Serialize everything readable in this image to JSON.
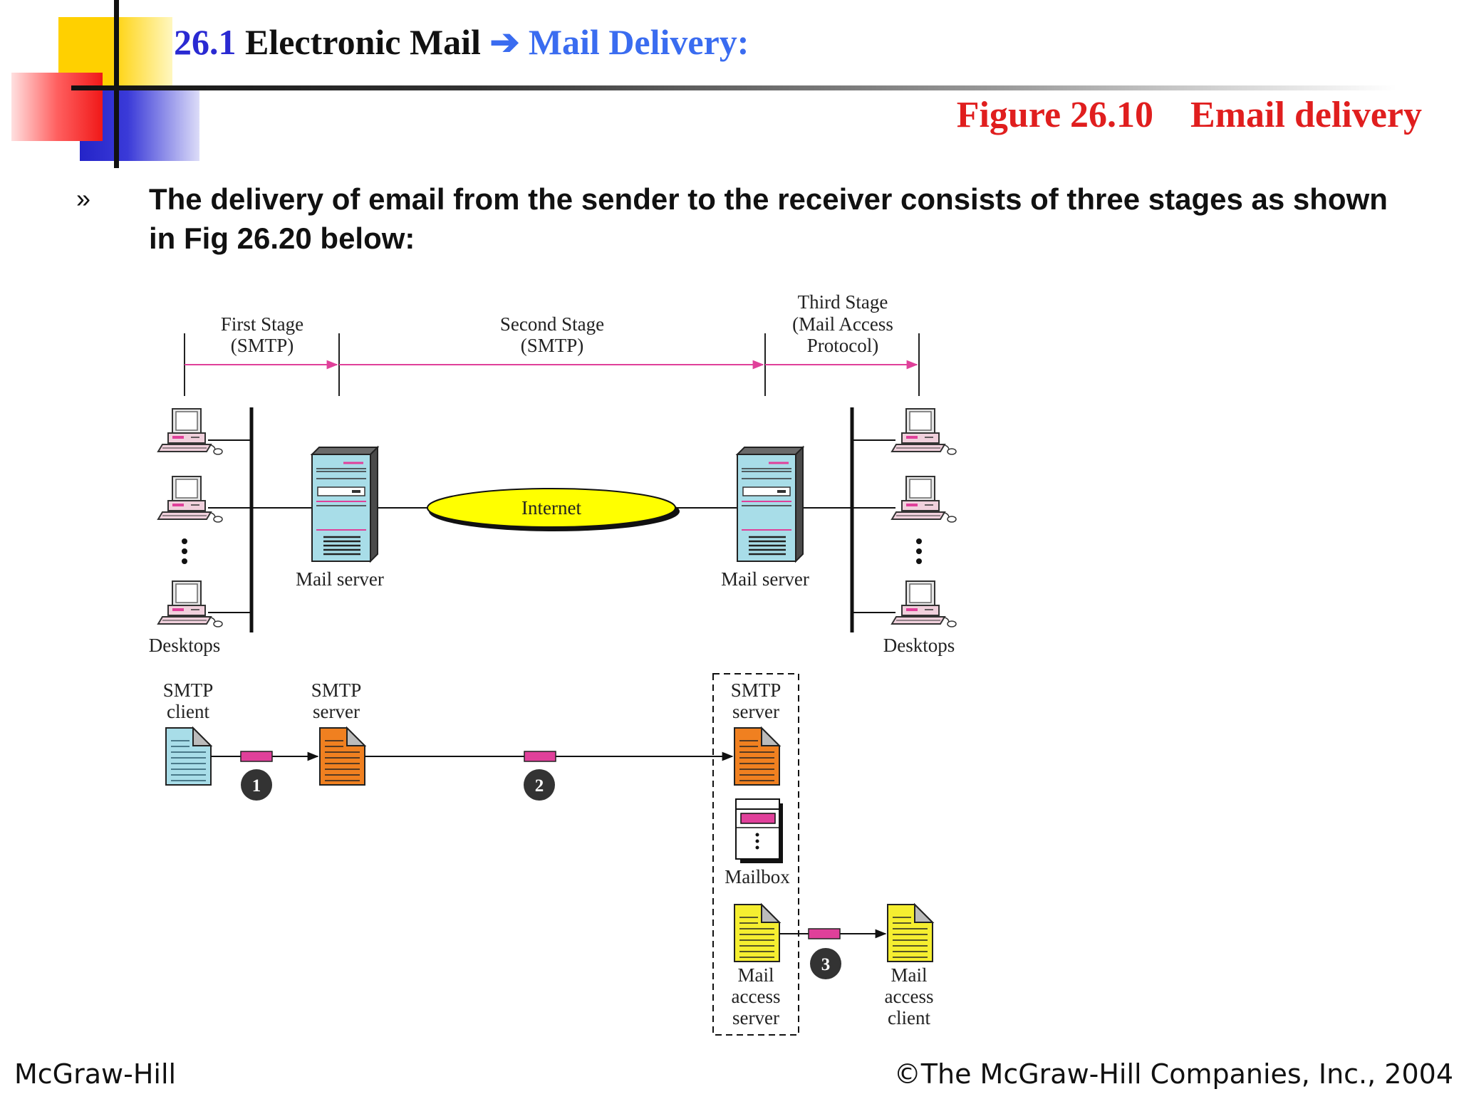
{
  "header": {
    "number": "26.1",
    "title": "Electronic Mail",
    "arrow": "➔",
    "subtitle": "Mail Delivery:"
  },
  "figure_caption": {
    "label": "Figure 26.10",
    "title": "Email delivery"
  },
  "bullet": {
    "mark": "»",
    "text": "The delivery of email from the sender to the receiver consists of three stages as shown in Fig 26.20 below:"
  },
  "diagram": {
    "stages": [
      {
        "lines": [
          "First Stage",
          "(SMTP)"
        ]
      },
      {
        "lines": [
          "Second Stage",
          "(SMTP)"
        ]
      },
      {
        "lines": [
          "Third Stage",
          "(Mail Access",
          "Protocol)"
        ]
      }
    ],
    "internet_label": "Internet",
    "mail_server_left": "Mail server",
    "mail_server_right": "Mail server",
    "desktops_left": "Desktops",
    "desktops_right": "Desktops",
    "smtp_client": [
      "SMTP",
      "client"
    ],
    "smtp_server_left": [
      "SMTP",
      "server"
    ],
    "smtp_server_right": [
      "SMTP",
      "server"
    ],
    "mailbox": "Mailbox",
    "mail_access_server": [
      "Mail",
      "access",
      "server"
    ],
    "mail_access_client": [
      "Mail",
      "access",
      "client"
    ],
    "step_numbers": [
      "1",
      "2",
      "3"
    ],
    "colors": {
      "stage_arrow": "#e0409a",
      "internet_fill": "#ffff00",
      "server_fill": "#a8dde8",
      "doc_blue": "#a8dde8",
      "doc_orange": "#f08020",
      "doc_yellow": "#f5ee30",
      "message": "#e0409a"
    }
  },
  "footer": {
    "left": "McGraw-Hill",
    "right": "©The McGraw-Hill Companies, Inc., 2004"
  }
}
